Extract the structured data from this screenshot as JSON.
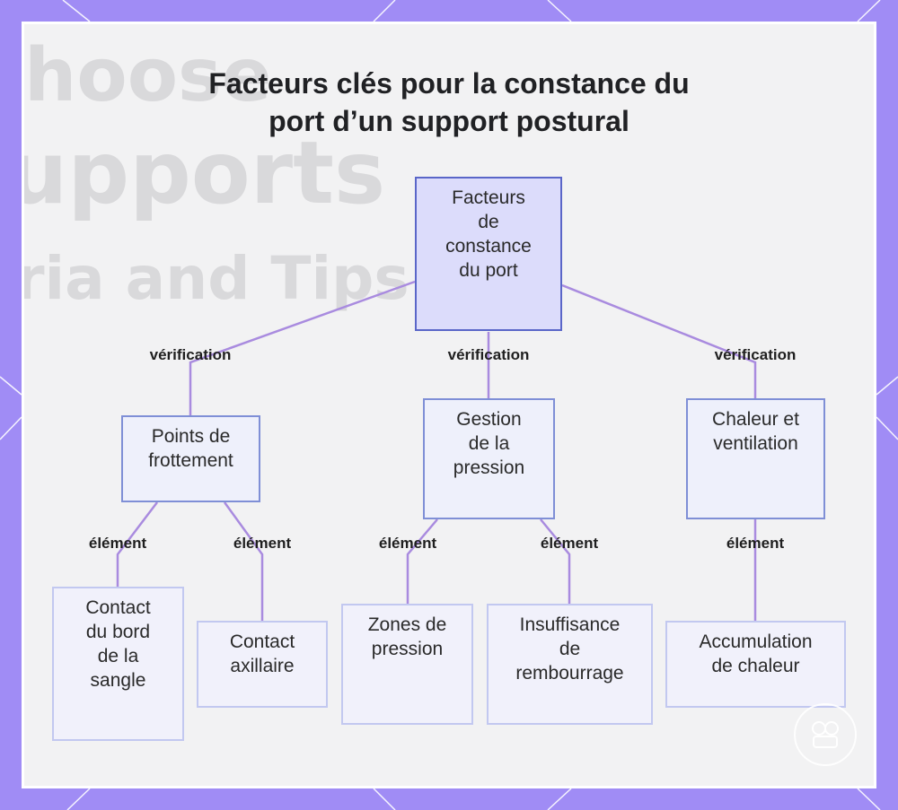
{
  "title": {
    "line1": "Facteurs clés pour la constance du",
    "line2": "port d’un support postural"
  },
  "background_ghost_text": {
    "line1": "hoose",
    "line2": "upports",
    "line3": "ria and Tips"
  },
  "nodes": {
    "root": [
      "Facteurs",
      "de",
      "constance",
      "du port"
    ],
    "points": [
      "Points de",
      "frottement"
    ],
    "pression": [
      "Gestion",
      "de la",
      "pression"
    ],
    "chaleur": [
      "Chaleur et",
      "ventilation"
    ],
    "contact_bord": [
      "Contact",
      "du bord",
      "de la",
      "sangle"
    ],
    "contact_axillaire": [
      "Contact",
      "axillaire"
    ],
    "zones": [
      "Zones de",
      "pression"
    ],
    "insuffisance": [
      "Insuffisance",
      "de",
      "rembourrage"
    ],
    "accumulation": [
      "Accumulation",
      "de chaleur"
    ]
  },
  "edge_labels": {
    "verif_left": "vérification",
    "verif_mid": "vérification",
    "verif_right": "vérification",
    "elem_1": "élément",
    "elem_2": "élément",
    "elem_3": "élément",
    "elem_4": "élément",
    "elem_5": "élément"
  },
  "colors": {
    "frame": "#a08cf5",
    "edge": "#a98bdf",
    "node_border": "#7f8fd6",
    "root_fill": "#dcdcfb"
  }
}
